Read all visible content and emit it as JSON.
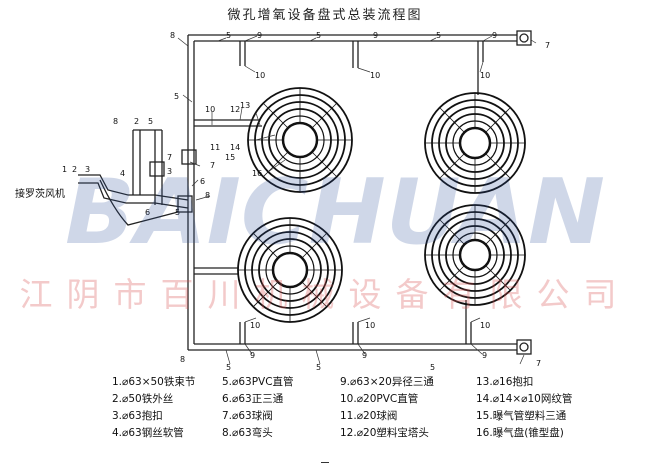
{
  "title": "微孔增氧设备盘式总装流程图",
  "side_label": "接罗茨风机",
  "watermark": {
    "logo_text": "BAICHUAN",
    "company_text": "江阴市百川机械设备有限公司"
  },
  "callouts": [
    "1",
    "2",
    "3",
    "4",
    "5",
    "6",
    "7",
    "8",
    "9",
    "10",
    "11",
    "12",
    "13",
    "14",
    "15",
    "16"
  ],
  "legend": [
    [
      "1.⌀63×50铁束节",
      "5.⌀63PVC直管",
      "9.⌀63×20异径三通",
      "13.⌀16抱扣"
    ],
    [
      "2.⌀50铁外丝",
      "6.⌀63正三通",
      "10.⌀20PVC直管",
      "14.⌀14×⌀10网纹管"
    ],
    [
      "3.⌀63抱扣",
      "7.⌀63球阀",
      "11.⌀20球阀",
      "15.曝气管塑料三通"
    ],
    [
      "4.⌀63钢丝软管",
      "8.⌀63弯头",
      "12.⌀20塑料宝塔头",
      "16.曝气盘(锥型盘)"
    ]
  ]
}
